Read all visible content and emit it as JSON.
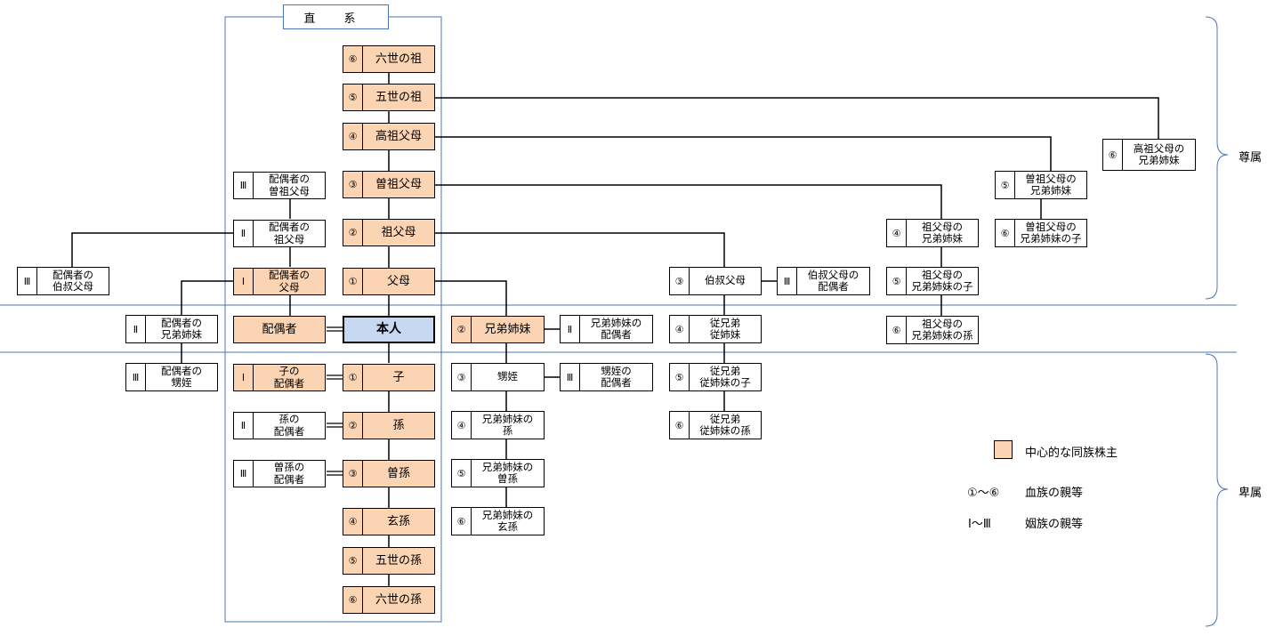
{
  "header": {
    "title": "直 系"
  },
  "side_labels": {
    "ascendants": "尊属",
    "descendants": "卑属"
  },
  "legend": {
    "main_kin": "中心的な同族株主",
    "blood_range": "①～⑥",
    "blood_label": "血族の親等",
    "affinity_range": "Ⅰ～Ⅲ",
    "affinity_label": "姻族の親等"
  },
  "colors": {
    "main_fill": "#fbd4b4",
    "self_fill": "#c6d9f1",
    "frame": "#4a76b5"
  },
  "nodes": {
    "rokusei_so": {
      "degree": "⑥",
      "label": "六世の祖"
    },
    "gosei_so": {
      "degree": "⑤",
      "label": "五世の祖"
    },
    "koso_fubo": {
      "degree": "④",
      "label": "高祖父母"
    },
    "sou_sofubo": {
      "degree": "③",
      "label": "曽祖父母"
    },
    "sofubo": {
      "degree": "②",
      "label": "祖父母"
    },
    "fubo": {
      "degree": "①",
      "label": "父母"
    },
    "honnin": {
      "degree": "",
      "label": "本人"
    },
    "ko": {
      "degree": "①",
      "label": "子"
    },
    "mago": {
      "degree": "②",
      "label": "孫"
    },
    "himago": {
      "degree": "③",
      "label": "曽孫"
    },
    "genson": {
      "degree": "④",
      "label": "玄孫"
    },
    "gosei_mago": {
      "degree": "⑤",
      "label": "五世の孫"
    },
    "rokusei_mago": {
      "degree": "⑥",
      "label": "六世の孫"
    },
    "spouse_sou_sofubo": {
      "degree": "Ⅲ",
      "label": "配偶者の\n曽祖父母"
    },
    "spouse_sofubo": {
      "degree": "Ⅱ",
      "label": "配偶者の\n祖父母"
    },
    "spouse_fubo": {
      "degree": "Ⅰ",
      "label": "配偶者の\n父母"
    },
    "spouse": {
      "degree": "",
      "label": "配偶者"
    },
    "spouse_oji": {
      "degree": "Ⅲ",
      "label": "配偶者の\n伯叔父母"
    },
    "spouse_kyodai": {
      "degree": "Ⅱ",
      "label": "配偶者の\n兄弟姉妹"
    },
    "spouse_oimei": {
      "degree": "Ⅲ",
      "label": "配偶者の\n甥姪"
    },
    "ko_spouse": {
      "degree": "Ⅰ",
      "label": "子の\n配偶者"
    },
    "mago_spouse": {
      "degree": "Ⅱ",
      "label": "孫の\n配偶者"
    },
    "himago_spouse": {
      "degree": "Ⅲ",
      "label": "曽孫の\n配偶者"
    },
    "kyodai": {
      "degree": "②",
      "label": "兄弟姉妹"
    },
    "kyodai_spouse": {
      "degree": "Ⅱ",
      "label": "兄弟姉妹の\n配偶者"
    },
    "oimei": {
      "degree": "③",
      "label": "甥姪"
    },
    "oimei_spouse": {
      "degree": "Ⅲ",
      "label": "甥姪の\n配偶者"
    },
    "kyodai_mago": {
      "degree": "④",
      "label": "兄弟姉妹の\n孫"
    },
    "kyodai_himago": {
      "degree": "⑤",
      "label": "兄弟姉妹の\n曽孫"
    },
    "kyodai_genson": {
      "degree": "⑥",
      "label": "兄弟姉妹の\n玄孫"
    },
    "oji": {
      "degree": "③",
      "label": "伯叔父母"
    },
    "oji_spouse": {
      "degree": "Ⅲ",
      "label": "伯叔父母の\n配偶者"
    },
    "itoko": {
      "degree": "④",
      "label": "従兄弟\n従姉妹"
    },
    "itoko_ko": {
      "degree": "⑤",
      "label": "従兄弟\n従姉妹の子"
    },
    "itoko_mago": {
      "degree": "⑥",
      "label": "従兄弟\n従姉妹の孫"
    },
    "sofubo_kyodai": {
      "degree": "④",
      "label": "祖父母の\n兄弟姉妹"
    },
    "sofubo_kyodai_ko": {
      "degree": "⑤",
      "label": "祖父母の\n兄弟姉妹の子"
    },
    "sofubo_kyodai_mago": {
      "degree": "⑥",
      "label": "祖父母の\n兄弟姉妹の孫"
    },
    "sou_sofubo_kyodai": {
      "degree": "⑤",
      "label": "曽祖父母の\n兄弟姉妹"
    },
    "sou_sofubo_kyodai_ko": {
      "degree": "⑥",
      "label": "曽祖父母の\n兄弟姉妹の子"
    },
    "koso_fubo_kyodai": {
      "degree": "⑥",
      "label": "高祖父母の\n兄弟姉妹"
    }
  }
}
